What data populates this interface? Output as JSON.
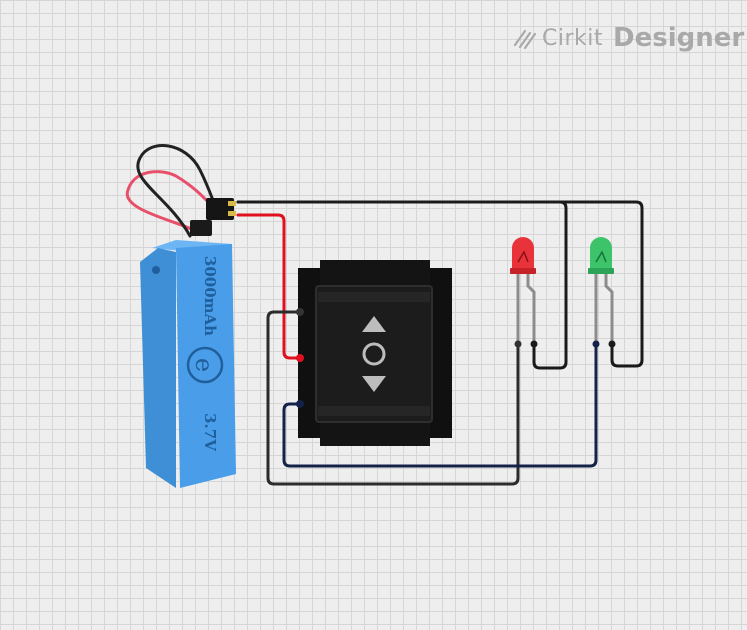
{
  "brand": {
    "name_part1": "Cirkit",
    "name_part2": "Designer"
  },
  "battery": {
    "capacity_label": "3000mAh",
    "voltage_label": "3.7V",
    "logo_glyph": "e",
    "color": "#4a9de8"
  },
  "colors": {
    "wire_black": "#1a1a1a",
    "wire_red": "#e0101e",
    "wire_navy": "#14224a",
    "wire_dark": "#2b2b2b",
    "switch_body": "#111111",
    "led_red": "#e8333a",
    "led_green": "#3dc46a"
  },
  "components": [
    {
      "name": "battery-3.7v",
      "kind": "battery"
    },
    {
      "name": "rocker-switch",
      "kind": "switch"
    },
    {
      "name": "red-led",
      "kind": "led"
    },
    {
      "name": "green-led",
      "kind": "led"
    }
  ]
}
